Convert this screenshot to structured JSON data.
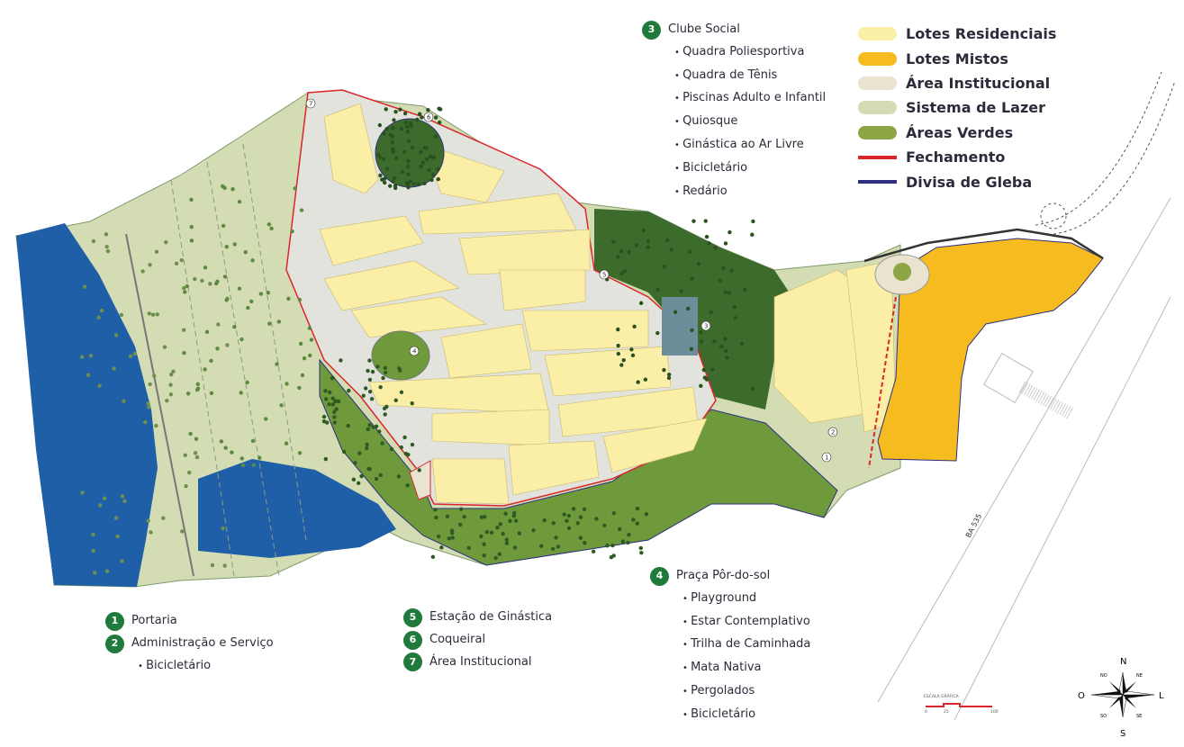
{
  "legend": [
    {
      "label": "Lotes Residenciais",
      "color": "#fbeea6",
      "kind": "area"
    },
    {
      "label": "Lotes Mistos",
      "color": "#f6bb1e",
      "kind": "area"
    },
    {
      "label": "Área Institucional",
      "color": "#e9e3cf",
      "kind": "area"
    },
    {
      "label": "Sistema de Lazer",
      "color": "#d4dcb4",
      "kind": "area"
    },
    {
      "label": "Áreas Verdes",
      "color": "#8da545",
      "kind": "area"
    },
    {
      "label": "Fechamento",
      "color": "#d9262c",
      "kind": "line"
    },
    {
      "label": "Divisa de Gleba",
      "color": "#2e2f80",
      "kind": "line"
    }
  ],
  "clube": {
    "number": "3",
    "title": "Clube Social",
    "items": [
      "Quadra Poliesportiva",
      "Quadra de Tênis",
      "Piscinas Adulto e Infantil",
      "Quiosque",
      "Ginástica ao Ar Livre",
      "Bicicletário",
      "Redário"
    ]
  },
  "portaria": {
    "p1": {
      "number": "1",
      "title": "Portaria"
    },
    "p2": {
      "number": "2",
      "title": "Administração e Serviço",
      "items": [
        "Bicicletário"
      ]
    }
  },
  "amenities": [
    {
      "number": "5",
      "title": "Estação de Ginástica"
    },
    {
      "number": "6",
      "title": "Coqueiral"
    },
    {
      "number": "7",
      "title": "Área Institucional"
    }
  ],
  "praca": {
    "number": "4",
    "title": "Praça Pôr-do-sol",
    "items": [
      "Playground",
      "Estar Contemplativo",
      "Trilha de Caminhada",
      "Mata Nativa",
      "Pergolados",
      "Bicicletário"
    ]
  },
  "road_label": "BA 535",
  "scale": {
    "title": "ESCALA GRÁFICA",
    "ticks": [
      "0",
      "25",
      "100"
    ]
  },
  "compass": {
    "n": "N",
    "s": "S",
    "l": "L",
    "o": "O",
    "ne": "NE",
    "no": "NO",
    "se": "SE",
    "so": "SO"
  },
  "map_markers": [
    "1",
    "2",
    "3",
    "4",
    "5",
    "6",
    "7"
  ]
}
